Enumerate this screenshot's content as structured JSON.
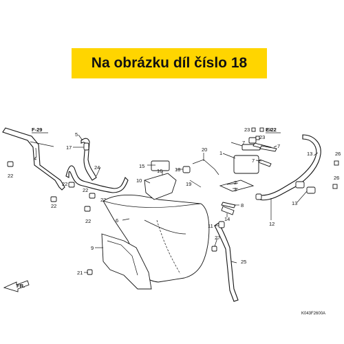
{
  "banner": {
    "text": "Na obrázku díl číslo 18",
    "color": "#ffd500"
  },
  "refs": [
    "F-29",
    "E-22",
    "FR."
  ],
  "diagram_code": "K043F2600A",
  "callouts": [
    "1",
    "2",
    "3",
    "4",
    "5",
    "6",
    "7",
    "7",
    "7",
    "8",
    "9",
    "10",
    "11",
    "12",
    "13",
    "13",
    "14",
    "15",
    "16",
    "17",
    "18",
    "19",
    "20",
    "21",
    "22",
    "22",
    "22",
    "22",
    "22",
    "22",
    "23",
    "23",
    "23",
    "24",
    "25",
    "26",
    "26",
    "27"
  ]
}
